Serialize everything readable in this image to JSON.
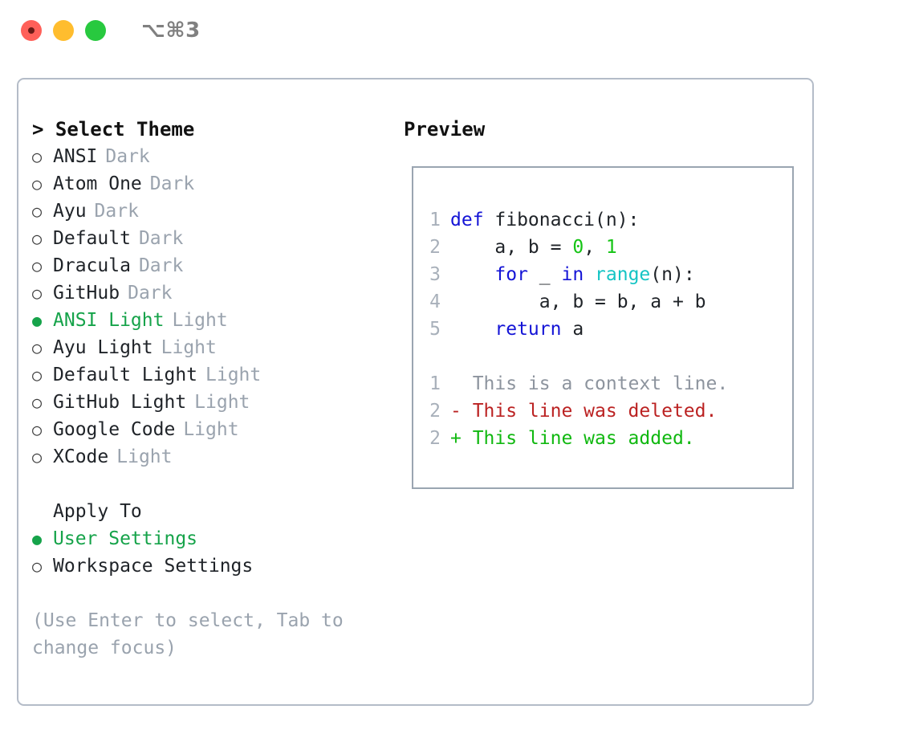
{
  "titlebar": {
    "shortcut": "⌥⌘3",
    "traffic_lights": [
      "close",
      "minimize",
      "maximize"
    ],
    "colors": {
      "close": "#ff6059",
      "minimize": "#ffbd2e",
      "maximize": "#28c93f"
    }
  },
  "theme_picker": {
    "header": "> Select Theme",
    "marker_selected": "●",
    "marker_unselected": "○",
    "accent_color": "#16a34a",
    "suffix_color": "#9aa3ae",
    "items": [
      {
        "label": "ANSI",
        "suffix": "Dark",
        "selected": false
      },
      {
        "label": "Atom One",
        "suffix": "Dark",
        "selected": false
      },
      {
        "label": "Ayu",
        "suffix": "Dark",
        "selected": false
      },
      {
        "label": "Default",
        "suffix": "Dark",
        "selected": false
      },
      {
        "label": "Dracula",
        "suffix": "Dark",
        "selected": false
      },
      {
        "label": "GitHub",
        "suffix": "Dark",
        "selected": false
      },
      {
        "label": "ANSI Light",
        "suffix": "Light",
        "selected": true
      },
      {
        "label": "Ayu Light",
        "suffix": "Light",
        "selected": false
      },
      {
        "label": "Default Light",
        "suffix": "Light",
        "selected": false
      },
      {
        "label": "GitHub Light",
        "suffix": "Light",
        "selected": false
      },
      {
        "label": "Google Code",
        "suffix": "Light",
        "selected": false
      },
      {
        "label": "XCode",
        "suffix": "Light",
        "selected": false
      }
    ]
  },
  "apply_to": {
    "header": "Apply To",
    "items": [
      {
        "label": "User Settings",
        "selected": true
      },
      {
        "label": "Workspace Settings",
        "selected": false
      }
    ]
  },
  "hint": "(Use Enter to select, Tab to change focus)",
  "preview": {
    "title": "Preview",
    "code": [
      {
        "num": "1",
        "tokens": [
          {
            "text": "def ",
            "cls": "tok-kw"
          },
          {
            "text": "fibonacci(n):",
            "cls": "tok-plain"
          }
        ]
      },
      {
        "num": "2",
        "tokens": [
          {
            "text": "    a, b = ",
            "cls": "tok-plain"
          },
          {
            "text": "0",
            "cls": "tok-num"
          },
          {
            "text": ", ",
            "cls": "tok-plain"
          },
          {
            "text": "1",
            "cls": "tok-num"
          }
        ]
      },
      {
        "num": "3",
        "tokens": [
          {
            "text": "    ",
            "cls": "tok-plain"
          },
          {
            "text": "for",
            "cls": "tok-kw"
          },
          {
            "text": " _ ",
            "cls": "tok-plain"
          },
          {
            "text": "in",
            "cls": "tok-kw"
          },
          {
            "text": " ",
            "cls": "tok-plain"
          },
          {
            "text": "range",
            "cls": "tok-fn"
          },
          {
            "text": "(n):",
            "cls": "tok-plain"
          }
        ]
      },
      {
        "num": "4",
        "tokens": [
          {
            "text": "        a, b = b, a + b",
            "cls": "tok-plain"
          }
        ]
      },
      {
        "num": "5",
        "tokens": [
          {
            "text": "    ",
            "cls": "tok-plain"
          },
          {
            "text": "return",
            "cls": "tok-kw"
          },
          {
            "text": " a",
            "cls": "tok-plain"
          }
        ]
      }
    ],
    "diff": [
      {
        "num": "1",
        "text": "  This is a context line.",
        "cls": "diff-ctx"
      },
      {
        "num": "2",
        "text": "- This line was deleted.",
        "cls": "diff-del"
      },
      {
        "num": "2",
        "text": "+ This line was added.",
        "cls": "diff-add"
      }
    ],
    "colors": {
      "keyword": "#1414d6",
      "function": "#14c4c4",
      "number": "#14c414",
      "text": "#1f2328",
      "lineno": "#a8b0ba",
      "diff_context": "#8d949e",
      "diff_deleted": "#bb2222",
      "diff_added": "#10b810"
    }
  }
}
